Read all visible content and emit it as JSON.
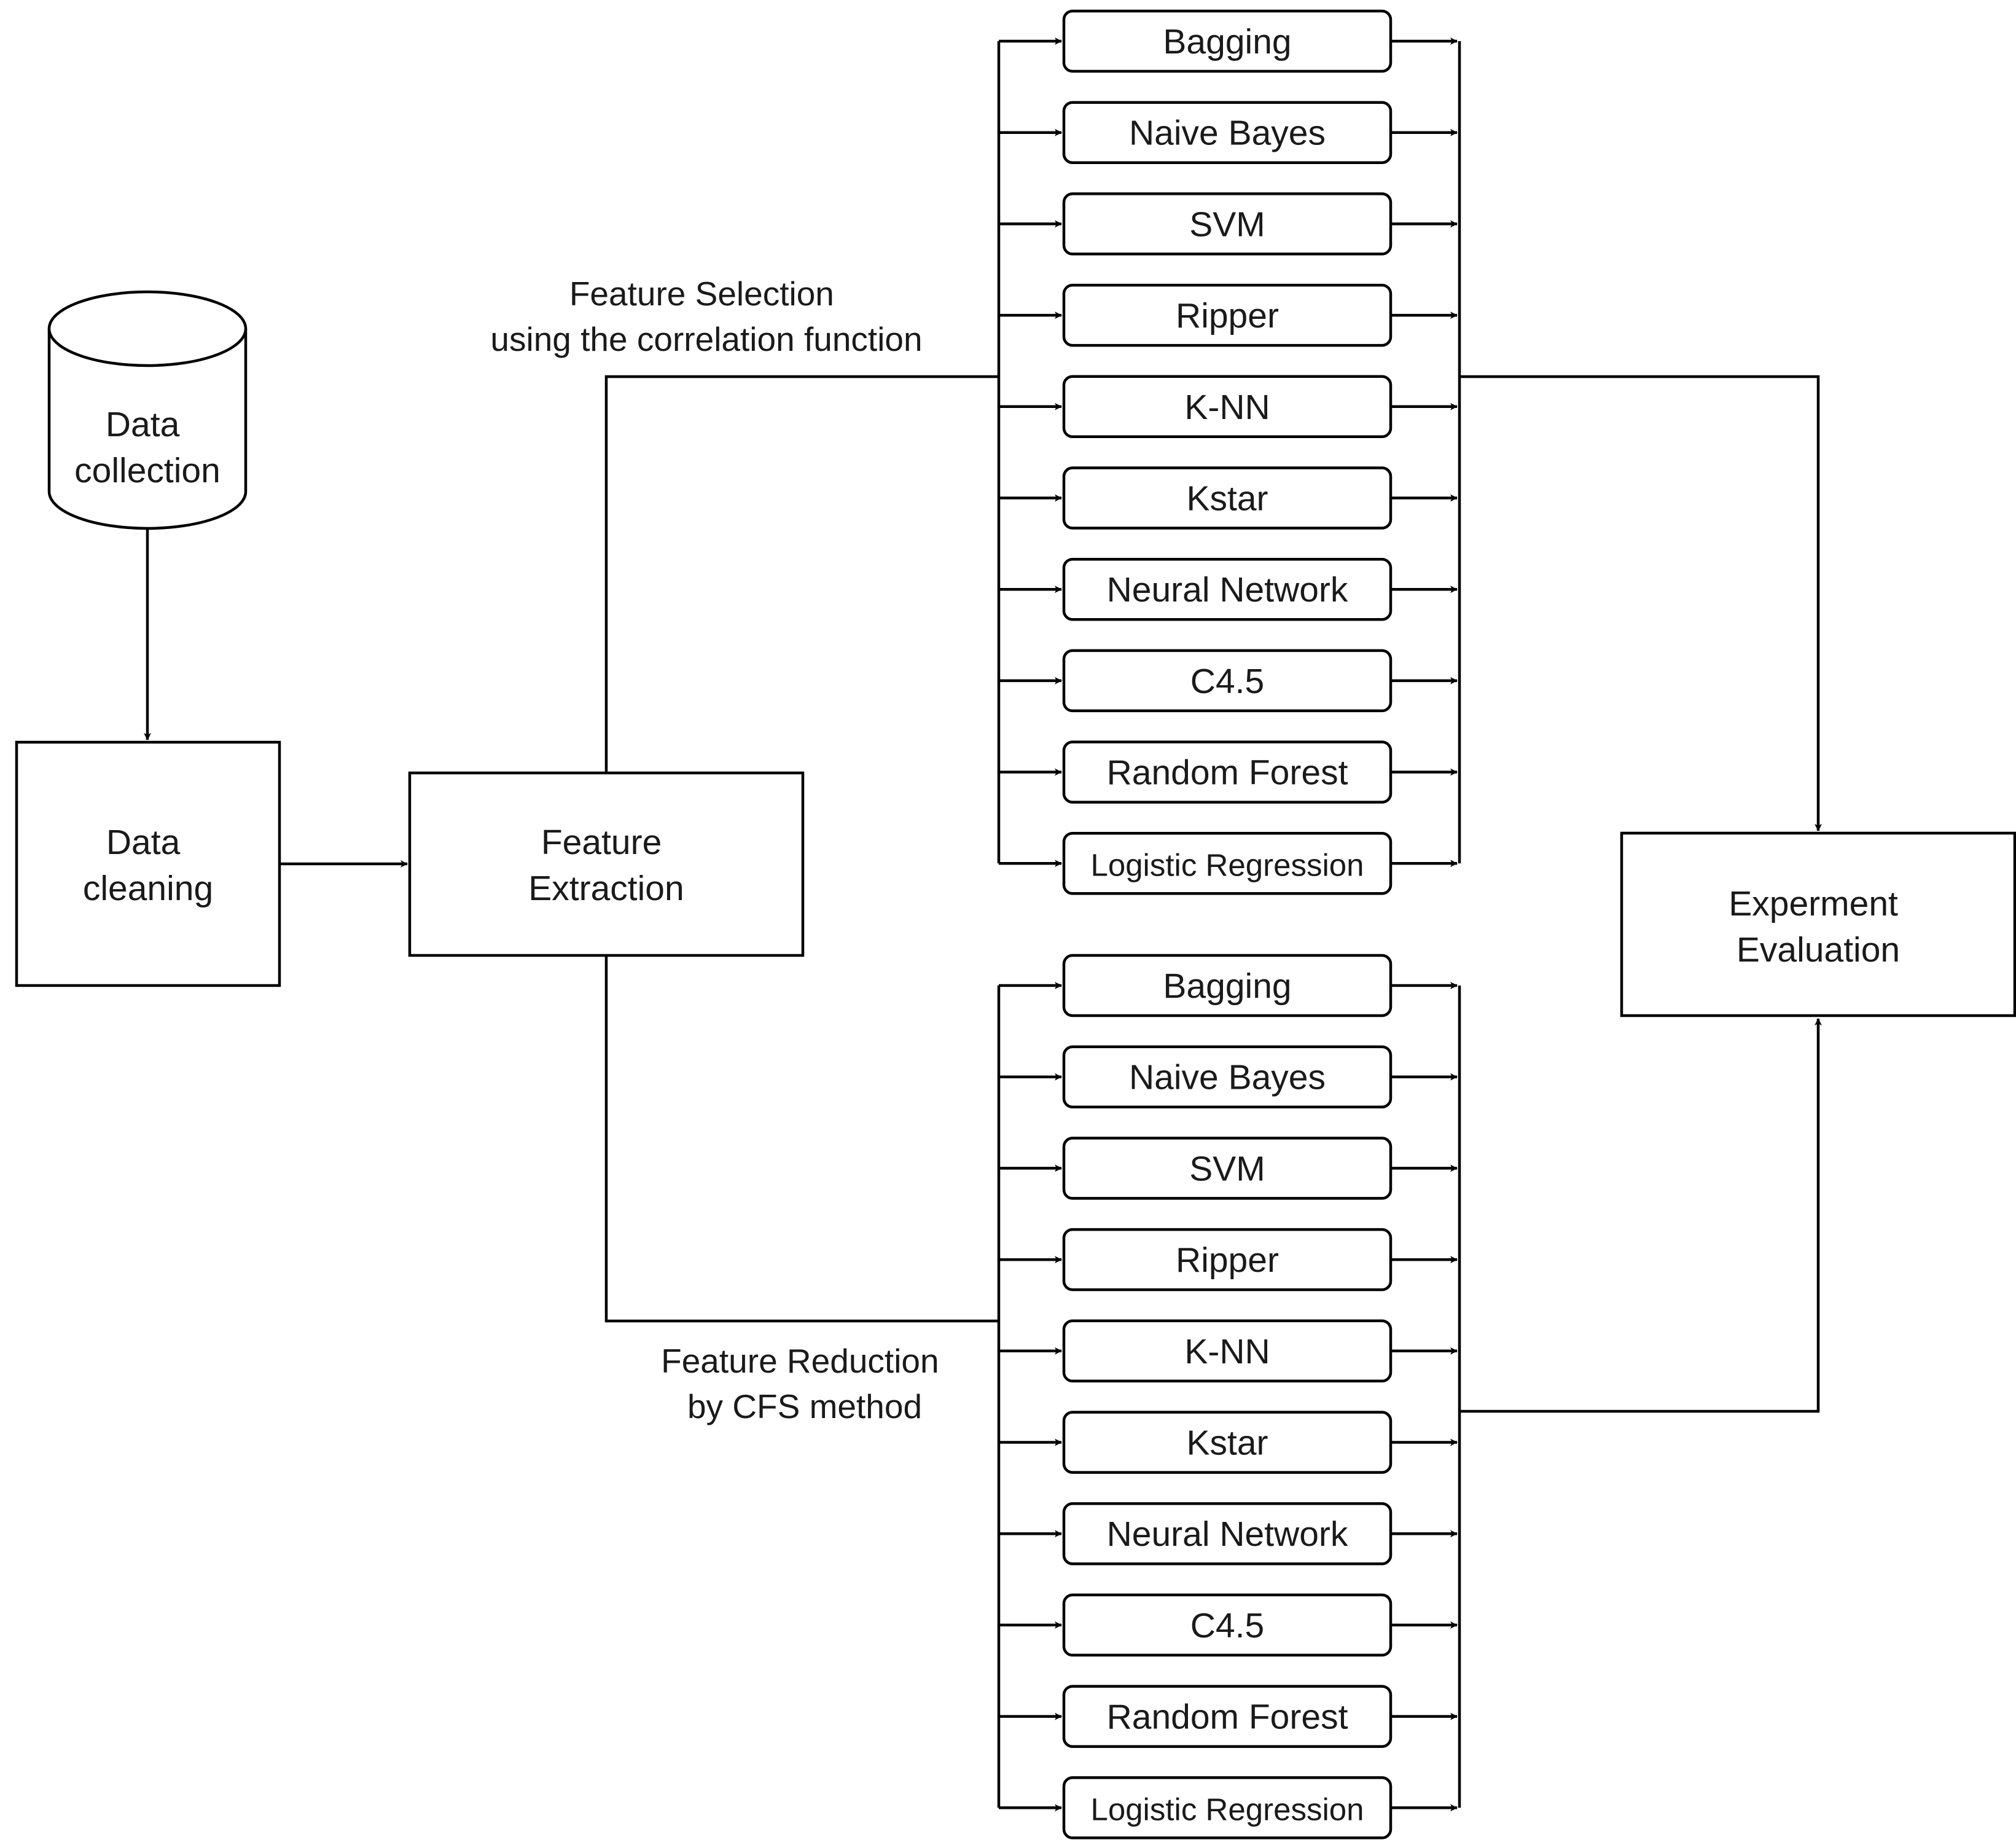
{
  "nodes": {
    "data_collection": [
      "Data",
      "collection"
    ],
    "data_cleaning": [
      "Data",
      "cleaning"
    ],
    "feature_extraction": [
      "Feature",
      "Extraction"
    ],
    "experiment_evaluation": [
      "Experment",
      "Evaluation"
    ]
  },
  "edge_labels": {
    "selection": [
      "Feature Selection",
      "using the correlation function"
    ],
    "reduction": [
      "Feature Reduction",
      "by CFS method"
    ]
  },
  "classifiers": [
    "Bagging",
    "Naive Bayes",
    "SVM",
    "Ripper",
    "K-NN",
    "Kstar",
    "Neural Network",
    "C4.5",
    "Random Forest",
    "Logistic Regression"
  ],
  "groups": [
    {
      "name": "feature-selection"
    },
    {
      "name": "feature-reduction"
    }
  ]
}
